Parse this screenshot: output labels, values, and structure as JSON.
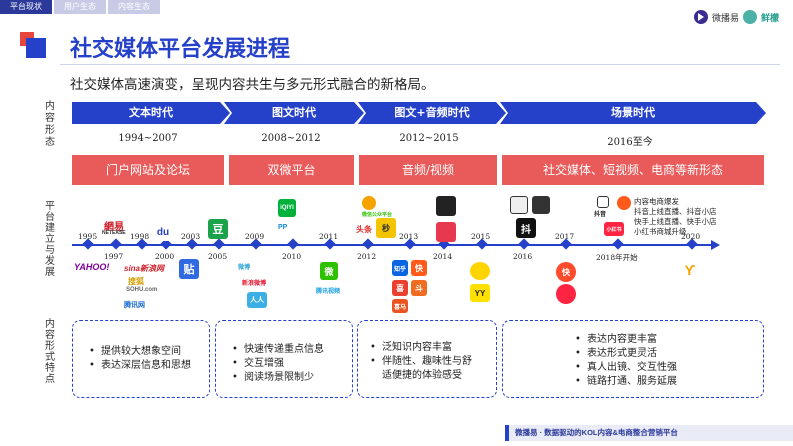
{
  "tabs": [
    {
      "label": "平台现状",
      "active": true
    },
    {
      "label": "用户生态",
      "active": false
    },
    {
      "label": "内容生态",
      "active": false
    }
  ],
  "brand": {
    "logo1": "微播易",
    "logo2": "鲜檬"
  },
  "title": "社交媒体平台发展进程",
  "subtitle": "社交媒体高速演变，呈现内容共生与多元形式融合的新格局。",
  "row_labels": {
    "content_form": "内容形态",
    "platform_dev": "平台建立与发展",
    "content_feature": "内容形式特点"
  },
  "eras": [
    {
      "label": "文本时代",
      "years": "1994~2007",
      "form": "门户网站及论坛"
    },
    {
      "label": "图文时代",
      "years": "2008~2012",
      "form": "双微平台"
    },
    {
      "label": "图文+音频时代",
      "years": "2012~2015",
      "form": "音频/视频"
    },
    {
      "label": "场景时代",
      "years": "2016至今",
      "form": "社交媒体、短视频、电商等新形态"
    }
  ],
  "timeline_years": [
    "1995",
    "1997",
    "1998",
    "2000",
    "2003",
    "2005",
    "2009",
    "2010",
    "2011",
    "2012",
    "2013",
    "2014",
    "2015",
    "2016",
    "2017",
    "2018年开始",
    "2020"
  ],
  "logos": {
    "netease": "網易",
    "netease_en": "NETEASE",
    "yahoo": "YAHOO!",
    "sina": "sina新浪网",
    "sohu": "搜狐",
    "sohu_en": "SOHU.com",
    "tencent": "腾讯网",
    "baidu": "du",
    "douban": "豆",
    "tieba": "贴",
    "iqiyi": "iQIYI",
    "weibo_text": "新浪微博",
    "weibo_line": "微博",
    "pplive": "PP",
    "wechat": "微",
    "tencent_video": "腾讯视频",
    "renren": "人人",
    "toutiao": "头条",
    "wechat_public": "微信公众平台",
    "zhihu": "知乎",
    "kuaishou": "快",
    "himalaya": "喜",
    "douyu": "斗",
    "miaopai": "秒",
    "ximalaya": "喜马",
    "yy": "YY",
    "douyin": "抖",
    "kuaishou2": "快",
    "xiaohongshu": "小红书",
    "douyin_label": "抖音",
    "ecom_notes": [
      "内容电商爆发",
      "抖音上线直播、抖音小店",
      "快手上线直播、快手小店",
      "小红书商城升级"
    ]
  },
  "features": [
    [
      "提供较大想象空间",
      "表达深层信息和思想"
    ],
    [
      "快速传递重点信息",
      "交互增强",
      "阅读场景限制少"
    ],
    [
      "泛知识内容丰富",
      "伴随性、趣味性与舒",
      "适便捷的体验感受"
    ],
    [
      "表达内容更丰富",
      "表达形式更灵活",
      "真人出镜、交互性强",
      "链路打通、服务延展"
    ]
  ],
  "footer": "微播易 · 数据驱动的KOL内容&电商整合营销平台",
  "colors": {
    "primary": "#2540c9",
    "accent_red": "#e95a5a",
    "tab_active": "#2b3a9a"
  }
}
